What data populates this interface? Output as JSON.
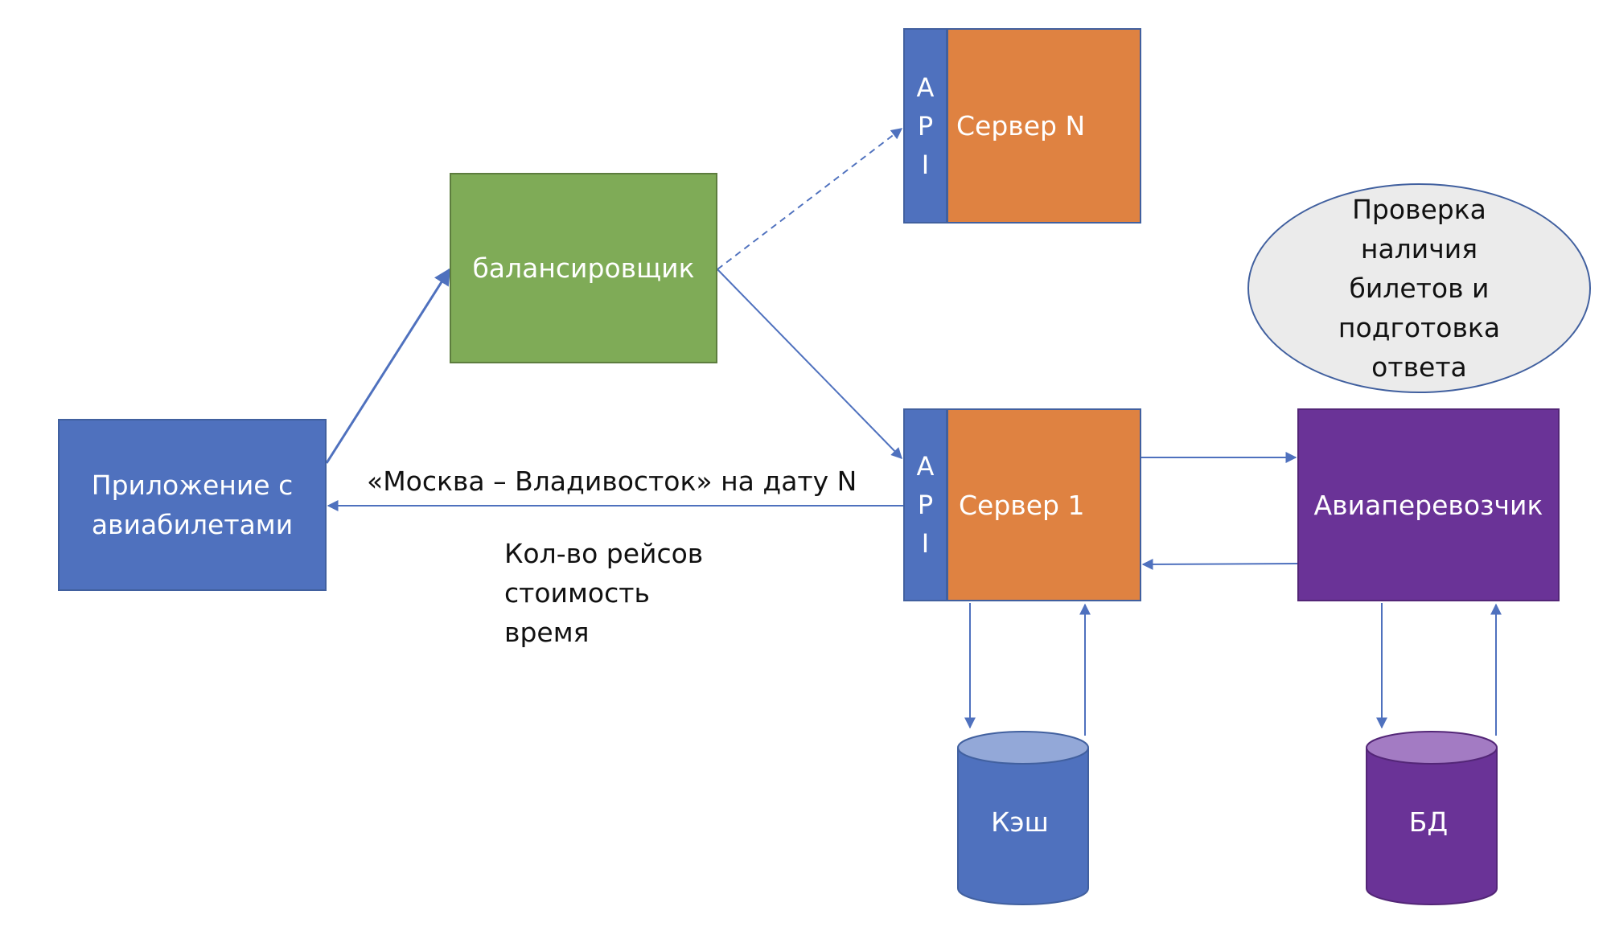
{
  "nodes": {
    "app": "Приложение с авиабилетами",
    "balancer": "балансировщик",
    "server_n": "Сервер N",
    "server_1": "Сервер 1",
    "api_letters": [
      "A",
      "P",
      "I"
    ],
    "carrier": "Авиаперевозчик",
    "cache": "Кэш",
    "db": "БД"
  },
  "bubble_lines": [
    "Проверка",
    "наличия",
    "билетов и",
    "подготовка",
    "ответа"
  ],
  "route_label": "«Москва – Владивосток» на дату N",
  "response_lines": [
    "Кол-во рейсов",
    "стоимость",
    "время"
  ],
  "colors": {
    "blue": "#4f71be",
    "green": "#7fab57",
    "orange": "#df8241",
    "purple": "#6a3397",
    "bubble": "#ebebeb",
    "arrow": "#4f71be"
  }
}
